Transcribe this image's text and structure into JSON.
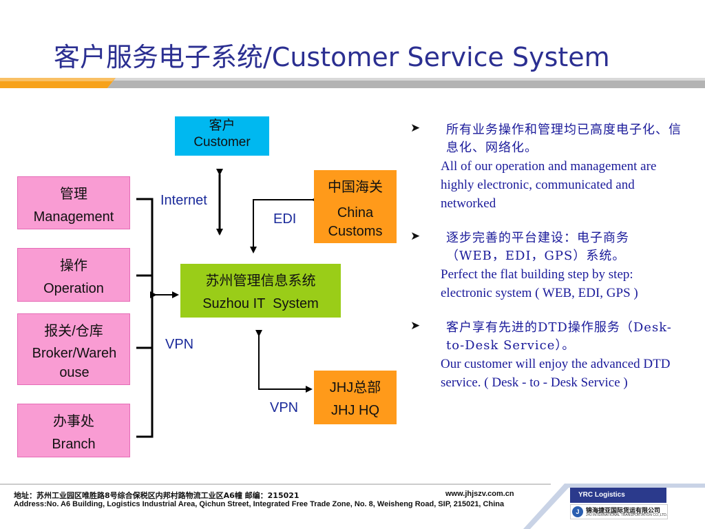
{
  "title": "客户服务电子系统/Customer Service System",
  "colors": {
    "title": "#2b2f91",
    "pink": "#f99cd3",
    "cyan": "#00b8f0",
    "orange": "#ff9a1a",
    "green": "#9acd18",
    "header_bar_gray": "#b3b3b3",
    "header_bar_orange": "#f7a21b"
  },
  "diagram": {
    "customer": {
      "cn": "客户",
      "en": "Customer"
    },
    "management": {
      "cn": "管理",
      "en": "Management"
    },
    "operation": {
      "cn": "操作",
      "en": "Operation"
    },
    "broker": {
      "cn": "报关/仓库",
      "en": "Broker/Wareh ouse"
    },
    "branch": {
      "cn": "办事处",
      "en": "Branch"
    },
    "customs": {
      "cn": "中国海关",
      "en": "China Customs"
    },
    "suzhou": {
      "cn": "苏州管理信息系统",
      "en": "Suzhou IT  System"
    },
    "hq": {
      "cn": "JHJ总部",
      "en": "JHJ HQ"
    },
    "labels": {
      "internet": "Internet",
      "edi": "EDI",
      "vpn_left": "VPN",
      "vpn_bottom": "VPN"
    }
  },
  "bullets": [
    {
      "cn": "所有业务操作和管理均已高度电子化、信息化、网络化。",
      "en": "All of our operation and management are highly electronic, communicated and networked"
    },
    {
      "cn": "逐步完善的平台建设：电子商务（WEB，EDI，GPS）系统。",
      "en": "Perfect the flat building step by step: electronic system ( WEB, EDI, GPS )"
    },
    {
      "cn": "客户享有先进的DTD操作服务（Desk-to-Desk Service）。",
      "en": "Our customer will enjoy the advanced DTD service. ( Desk - to - Desk Service )"
    }
  ],
  "bullet_icon": "arrowhead-bullet-icon",
  "footer": {
    "address_cn": "地址：苏州工业园区唯胜路8号综合保税区内邦村路物流工业区A6幢  邮编：215021",
    "address_en": "Address:No. A6 Building, Logistics Industrial Area, Qichun Street, Integrated Free Trade Zone, No. 8, Weisheng Road, SIP, 215021, China",
    "website": "www.jhjszv.com.cn",
    "logo_yrc": "YRC Logistics",
    "logo_jhj_cn": "锦海捷亚国际货运有限公司",
    "logo_jhj_en": "JHJ INTERNATIONAL TRANSPORTATION CO.,LTD."
  }
}
